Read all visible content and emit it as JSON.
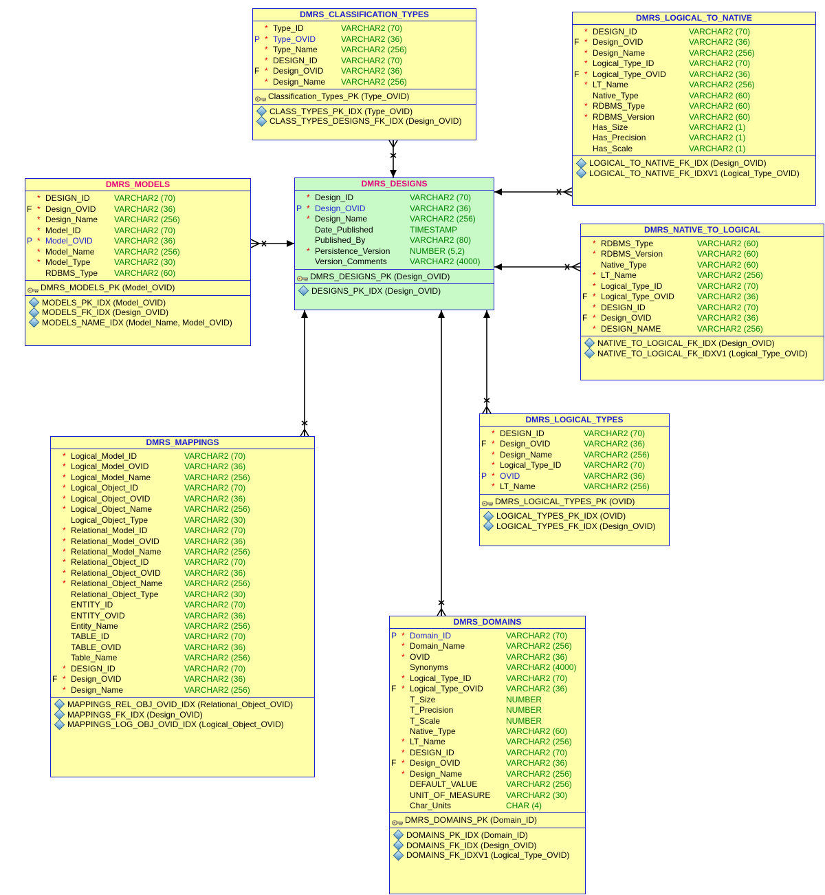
{
  "colors": {
    "border": "#1e1ed2",
    "table_fill": "#ffffaa",
    "main_fill": "#c8fac8",
    "type_text": "#008000",
    "mandatory": "#e00000",
    "pink_title": "#e6007a"
  },
  "icons": {
    "pk": "key-icon",
    "index": "diamond-index-icon"
  },
  "tables": [
    {
      "id": "classification_types",
      "name": "DMRS_CLASSIFICATION_TYPES",
      "columns": [
        {
          "key": "",
          "mandatory": "*",
          "name": "Type_ID",
          "type": "VARCHAR2 (70)"
        },
        {
          "key": "P",
          "mandatory": "*",
          "name": "Type_OVID",
          "type": "VARCHAR2 (36)"
        },
        {
          "key": "",
          "mandatory": "*",
          "name": "Type_Name",
          "type": "VARCHAR2 (256)"
        },
        {
          "key": "",
          "mandatory": "*",
          "name": "DESIGN_ID",
          "type": "VARCHAR2 (70)"
        },
        {
          "key": "F",
          "mandatory": "*",
          "name": "Design_OVID",
          "type": "VARCHAR2 (36)"
        },
        {
          "key": "",
          "mandatory": "*",
          "name": "Design_Name",
          "type": "VARCHAR2 (256)"
        }
      ],
      "keys": [
        "Classification_Types_PK (Type_OVID)"
      ],
      "indexes": [
        "CLASS_TYPES_PK_IDX (Type_OVID)",
        "CLASS_TYPES_DESIGNS_FK_IDX (Design_OVID)"
      ]
    },
    {
      "id": "logical_to_native",
      "name": "DMRS_LOGICAL_TO_NATIVE",
      "columns": [
        {
          "key": "",
          "mandatory": "*",
          "name": "DESIGN_ID",
          "type": "VARCHAR2 (70)"
        },
        {
          "key": "F",
          "mandatory": "*",
          "name": "Design_OVID",
          "type": "VARCHAR2 (36)"
        },
        {
          "key": "",
          "mandatory": "*",
          "name": "Design_Name",
          "type": "VARCHAR2 (256)"
        },
        {
          "key": "",
          "mandatory": "*",
          "name": "Logical_Type_ID",
          "type": "VARCHAR2 (70)"
        },
        {
          "key": "F",
          "mandatory": "*",
          "name": "Logical_Type_OVID",
          "type": "VARCHAR2 (36)"
        },
        {
          "key": "",
          "mandatory": "*",
          "name": "LT_Name",
          "type": "VARCHAR2 (256)"
        },
        {
          "key": "",
          "mandatory": "",
          "name": "Native_Type",
          "type": "VARCHAR2 (60)"
        },
        {
          "key": "",
          "mandatory": "*",
          "name": "RDBMS_Type",
          "type": "VARCHAR2 (60)"
        },
        {
          "key": "",
          "mandatory": "*",
          "name": "RDBMS_Version",
          "type": "VARCHAR2 (60)"
        },
        {
          "key": "",
          "mandatory": "",
          "name": "Has_Size",
          "type": "VARCHAR2 (1)"
        },
        {
          "key": "",
          "mandatory": "",
          "name": "Has_Precision",
          "type": "VARCHAR2 (1)"
        },
        {
          "key": "",
          "mandatory": "",
          "name": "Has_Scale",
          "type": "VARCHAR2 (1)"
        }
      ],
      "keys": [],
      "indexes": [
        "LOGICAL_TO_NATIVE_FK_IDX (Design_OVID)",
        "LOGICAL_TO_NATIVE_FK_IDXV1 (Logical_Type_OVID)"
      ]
    },
    {
      "id": "models",
      "name": "DMRS_MODELS",
      "columns": [
        {
          "key": "",
          "mandatory": "*",
          "name": "DESIGN_ID",
          "type": "VARCHAR2 (70)"
        },
        {
          "key": "F",
          "mandatory": "*",
          "name": "Design_OVID",
          "type": "VARCHAR2 (36)"
        },
        {
          "key": "",
          "mandatory": "*",
          "name": "Design_Name",
          "type": "VARCHAR2 (256)"
        },
        {
          "key": "",
          "mandatory": "*",
          "name": "Model_ID",
          "type": "VARCHAR2 (70)"
        },
        {
          "key": "P",
          "mandatory": "*",
          "name": "Model_OVID",
          "type": "VARCHAR2 (36)"
        },
        {
          "key": "",
          "mandatory": "*",
          "name": "Model_Name",
          "type": "VARCHAR2 (256)"
        },
        {
          "key": "",
          "mandatory": "*",
          "name": "Model_Type",
          "type": "VARCHAR2 (30)"
        },
        {
          "key": "",
          "mandatory": "",
          "name": "RDBMS_Type",
          "type": "VARCHAR2 (60)"
        }
      ],
      "keys": [
        "DMRS_MODELS_PK (Model_OVID)"
      ],
      "indexes": [
        "MODELS_PK_IDX (Model_OVID)",
        "MODELS_FK_IDX (Design_OVID)",
        "MODELS_NAME_IDX (Model_Name, Model_OVID)"
      ]
    },
    {
      "id": "designs",
      "name": "DMRS_DESIGNS",
      "columns": [
        {
          "key": "",
          "mandatory": "*",
          "name": "Design_ID",
          "type": "VARCHAR2 (70)"
        },
        {
          "key": "P",
          "mandatory": "*",
          "name": "Design_OVID",
          "type": "VARCHAR2 (36)"
        },
        {
          "key": "",
          "mandatory": "*",
          "name": "Design_Name",
          "type": "VARCHAR2 (256)"
        },
        {
          "key": "",
          "mandatory": "",
          "name": "Date_Published",
          "type": "TIMESTAMP"
        },
        {
          "key": "",
          "mandatory": "",
          "name": "Published_By",
          "type": "VARCHAR2 (80)"
        },
        {
          "key": "",
          "mandatory": "*",
          "name": "Persistence_Version",
          "type": "NUMBER (5,2)"
        },
        {
          "key": "",
          "mandatory": "",
          "name": "Version_Comments",
          "type": "VARCHAR2 (4000)"
        }
      ],
      "keys": [
        "DMRS_DESIGNS_PK (Design_OVID)"
      ],
      "indexes": [
        "DESIGNS_PK_IDX (Design_OVID)"
      ]
    },
    {
      "id": "native_to_logical",
      "name": "DMRS_NATIVE_TO_LOGICAL",
      "columns": [
        {
          "key": "",
          "mandatory": "*",
          "name": "RDBMS_Type",
          "type": "VARCHAR2 (60)"
        },
        {
          "key": "",
          "mandatory": "*",
          "name": "RDBMS_Version",
          "type": "VARCHAR2 (60)"
        },
        {
          "key": "",
          "mandatory": "",
          "name": "Native_Type",
          "type": "VARCHAR2 (60)"
        },
        {
          "key": "",
          "mandatory": "*",
          "name": "LT_Name",
          "type": "VARCHAR2 (256)"
        },
        {
          "key": "",
          "mandatory": "*",
          "name": "Logical_Type_ID",
          "type": "VARCHAR2 (70)"
        },
        {
          "key": "F",
          "mandatory": "*",
          "name": "Logical_Type_OVID",
          "type": "VARCHAR2 (36)"
        },
        {
          "key": "",
          "mandatory": "*",
          "name": "DESIGN_ID",
          "type": "VARCHAR2 (70)"
        },
        {
          "key": "F",
          "mandatory": "*",
          "name": "Design_OVID",
          "type": "VARCHAR2 (36)"
        },
        {
          "key": "",
          "mandatory": "*",
          "name": "DESIGN_NAME",
          "type": "VARCHAR2 (256)"
        }
      ],
      "keys": [],
      "indexes": [
        "NATIVE_TO_LOGICAL_FK_IDX (Design_OVID)",
        "NATIVE_TO_LOGICAL_FK_IDXV1 (Logical_Type_OVID)"
      ]
    },
    {
      "id": "logical_types",
      "name": "DMRS_LOGICAL_TYPES",
      "columns": [
        {
          "key": "",
          "mandatory": "*",
          "name": "DESIGN_ID",
          "type": "VARCHAR2 (70)"
        },
        {
          "key": "F",
          "mandatory": "*",
          "name": "Design_OVID",
          "type": "VARCHAR2 (36)"
        },
        {
          "key": "",
          "mandatory": "*",
          "name": "Design_Name",
          "type": "VARCHAR2 (256)"
        },
        {
          "key": "",
          "mandatory": "*",
          "name": "Logical_Type_ID",
          "type": "VARCHAR2 (70)"
        },
        {
          "key": "P",
          "mandatory": "*",
          "name": "OVID",
          "type": "VARCHAR2 (36)"
        },
        {
          "key": "",
          "mandatory": "*",
          "name": "LT_Name",
          "type": "VARCHAR2 (256)"
        }
      ],
      "keys": [
        "DMRS_LOGICAL_TYPES_PK (OVID)"
      ],
      "indexes": [
        "LOGICAL_TYPES_PK_IDX (OVID)",
        "LOGICAL_TYPES_FK_IDX (Design_OVID)"
      ]
    },
    {
      "id": "mappings",
      "name": "DMRS_MAPPINGS",
      "columns": [
        {
          "key": "",
          "mandatory": "*",
          "name": "Logical_Model_ID",
          "type": "VARCHAR2 (70)"
        },
        {
          "key": "",
          "mandatory": "*",
          "name": "Logical_Model_OVID",
          "type": "VARCHAR2 (36)"
        },
        {
          "key": "",
          "mandatory": "*",
          "name": "Logical_Model_Name",
          "type": "VARCHAR2 (256)"
        },
        {
          "key": "",
          "mandatory": "*",
          "name": "Logical_Object_ID",
          "type": "VARCHAR2 (70)"
        },
        {
          "key": "",
          "mandatory": "*",
          "name": "Logical_Object_OVID",
          "type": "VARCHAR2 (36)"
        },
        {
          "key": "",
          "mandatory": "*",
          "name": "Logical_Object_Name",
          "type": "VARCHAR2 (256)"
        },
        {
          "key": "",
          "mandatory": "",
          "name": "Logical_Object_Type",
          "type": "VARCHAR2 (30)"
        },
        {
          "key": "",
          "mandatory": "*",
          "name": "Relational_Model_ID",
          "type": "VARCHAR2 (70)"
        },
        {
          "key": "",
          "mandatory": "*",
          "name": "Relational_Model_OVID",
          "type": "VARCHAR2 (36)"
        },
        {
          "key": "",
          "mandatory": "*",
          "name": "Relational_Model_Name",
          "type": "VARCHAR2 (256)"
        },
        {
          "key": "",
          "mandatory": "*",
          "name": "Relational_Object_ID",
          "type": "VARCHAR2 (70)"
        },
        {
          "key": "",
          "mandatory": "*",
          "name": "Relational_Object_OVID",
          "type": "VARCHAR2 (36)"
        },
        {
          "key": "",
          "mandatory": "*",
          "name": "Relational_Object_Name",
          "type": "VARCHAR2 (256)"
        },
        {
          "key": "",
          "mandatory": "",
          "name": "Relational_Object_Type",
          "type": "VARCHAR2 (30)"
        },
        {
          "key": "",
          "mandatory": "",
          "name": "ENTITY_ID",
          "type": "VARCHAR2 (70)"
        },
        {
          "key": "",
          "mandatory": "",
          "name": "ENTITY_OVID",
          "type": "VARCHAR2 (36)"
        },
        {
          "key": "",
          "mandatory": "",
          "name": "Entity_Name",
          "type": "VARCHAR2 (256)"
        },
        {
          "key": "",
          "mandatory": "",
          "name": "TABLE_ID",
          "type": "VARCHAR2 (70)"
        },
        {
          "key": "",
          "mandatory": "",
          "name": "TABLE_OVID",
          "type": "VARCHAR2 (36)"
        },
        {
          "key": "",
          "mandatory": "",
          "name": "Table_Name",
          "type": "VARCHAR2 (256)"
        },
        {
          "key": "",
          "mandatory": "*",
          "name": "DESIGN_ID",
          "type": "VARCHAR2 (70)"
        },
        {
          "key": "F",
          "mandatory": "*",
          "name": "Design_OVID",
          "type": "VARCHAR2 (36)"
        },
        {
          "key": "",
          "mandatory": "*",
          "name": "Design_Name",
          "type": "VARCHAR2 (256)"
        }
      ],
      "keys": [],
      "indexes": [
        "MAPPINGS_REL_OBJ_OVID_IDX (Relational_Object_OVID)",
        "MAPPINGS_FK_IDX (Design_OVID)",
        "MAPPINGS_LOG_OBJ_OVID_IDX (Logical_Object_OVID)"
      ]
    },
    {
      "id": "domains",
      "name": "DMRS_DOMAINS",
      "columns": [
        {
          "key": "P",
          "mandatory": "*",
          "name": "Domain_ID",
          "type": "VARCHAR2 (70)"
        },
        {
          "key": "",
          "mandatory": "*",
          "name": "Domain_Name",
          "type": "VARCHAR2 (256)"
        },
        {
          "key": "",
          "mandatory": "*",
          "name": "OVID",
          "type": "VARCHAR2 (36)"
        },
        {
          "key": "",
          "mandatory": "",
          "name": "Synonyms",
          "type": "VARCHAR2 (4000)"
        },
        {
          "key": "",
          "mandatory": "*",
          "name": "Logical_Type_ID",
          "type": "VARCHAR2 (70)"
        },
        {
          "key": "F",
          "mandatory": "*",
          "name": "Logical_Type_OVID",
          "type": "VARCHAR2 (36)"
        },
        {
          "key": "",
          "mandatory": "",
          "name": "T_Size",
          "type": "NUMBER"
        },
        {
          "key": "",
          "mandatory": "",
          "name": "T_Precision",
          "type": "NUMBER"
        },
        {
          "key": "",
          "mandatory": "",
          "name": "T_Scale",
          "type": "NUMBER"
        },
        {
          "key": "",
          "mandatory": "",
          "name": "Native_Type",
          "type": "VARCHAR2 (60)"
        },
        {
          "key": "",
          "mandatory": "*",
          "name": "LT_Name",
          "type": "VARCHAR2 (256)"
        },
        {
          "key": "",
          "mandatory": "*",
          "name": "DESIGN_ID",
          "type": "VARCHAR2 (70)"
        },
        {
          "key": "F",
          "mandatory": "*",
          "name": "Design_OVID",
          "type": "VARCHAR2 (36)"
        },
        {
          "key": "",
          "mandatory": "*",
          "name": "Design_Name",
          "type": "VARCHAR2 (256)"
        },
        {
          "key": "",
          "mandatory": "",
          "name": "DEFAULT_VALUE",
          "type": "VARCHAR2 (256)"
        },
        {
          "key": "",
          "mandatory": "",
          "name": "UNIT_OF_MEASURE",
          "type": "VARCHAR2 (30)"
        },
        {
          "key": "",
          "mandatory": "",
          "name": "Char_Units",
          "type": "CHAR (4)"
        }
      ],
      "keys": [
        "DMRS_DOMAINS_PK (Domain_ID)"
      ],
      "indexes": [
        "DOMAINS_PK_IDX (Domain_ID)",
        "DOMAINS_FK_IDX (Design_OVID)",
        "DOMAINS_FK_IDXV1 (Logical_Type_OVID)"
      ]
    }
  ],
  "relationships": [
    {
      "from": "classification_types",
      "to": "designs"
    },
    {
      "from": "logical_to_native",
      "to": "designs"
    },
    {
      "from": "models",
      "to": "designs"
    },
    {
      "from": "native_to_logical",
      "to": "designs"
    },
    {
      "from": "mappings",
      "to": "designs"
    },
    {
      "from": "domains",
      "to": "designs"
    },
    {
      "from": "logical_types",
      "to": "designs"
    }
  ]
}
